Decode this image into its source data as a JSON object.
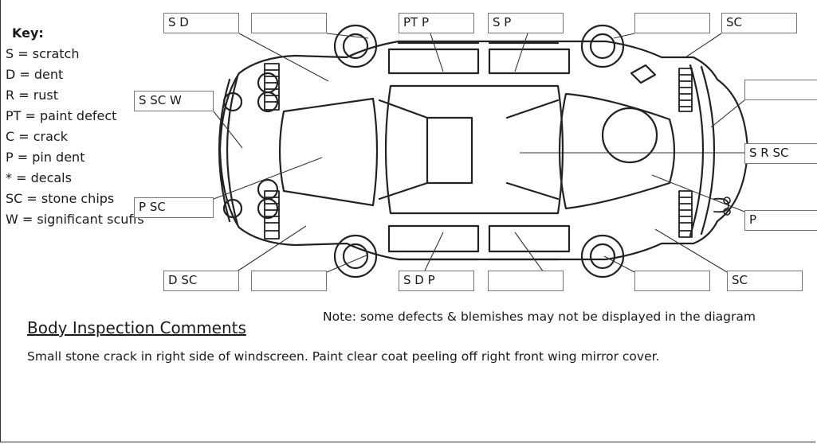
{
  "key": {
    "title": "Key:",
    "items": [
      "S = scratch",
      "D = dent",
      "R = rust",
      "PT = paint defect",
      "C = crack",
      "P = pin dent",
      "* = decals",
      "SC = stone chips",
      "W = significant scuffs"
    ]
  },
  "labels": {
    "top_1": "S D",
    "top_2": "",
    "top_3": "PT P",
    "top_4": "S P",
    "top_5": "",
    "top_6": "SC",
    "left_1": "S SC W",
    "left_2": "P SC",
    "right_1": "",
    "right_2": "S R SC",
    "right_3": "P",
    "bottom_1": "D SC",
    "bottom_2": "",
    "bottom_3": "S D P",
    "bottom_4": "",
    "bottom_5": "",
    "bottom_6": "SC"
  },
  "note": "Note: some defects & blemishes may not be displayed in the diagram",
  "comments": {
    "title": "Body Inspection Comments",
    "text": "Small stone crack in right side of windscreen. Paint clear coat peeling off right front wing mirror cover."
  }
}
